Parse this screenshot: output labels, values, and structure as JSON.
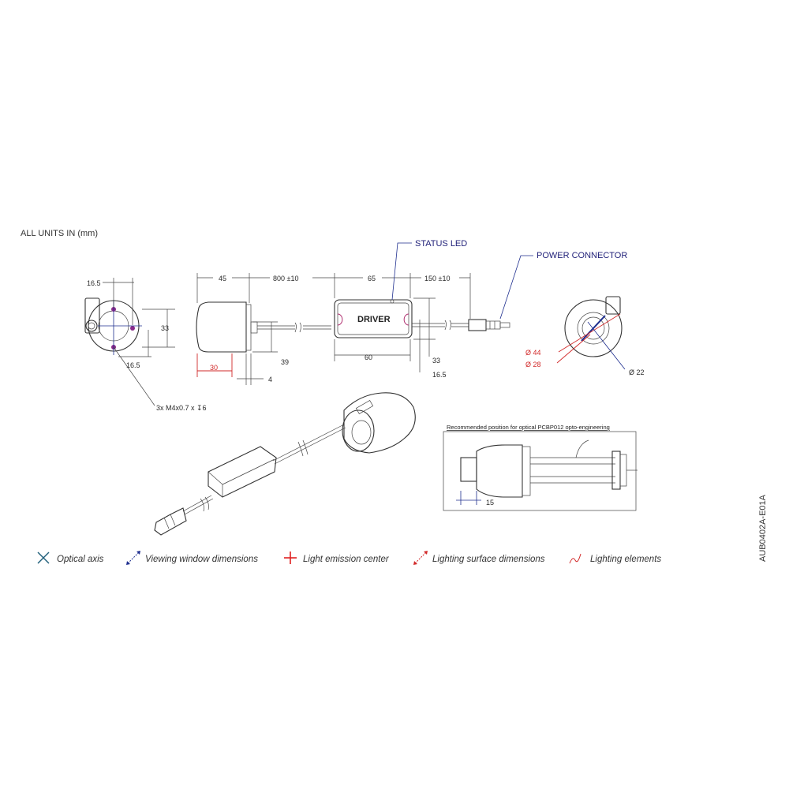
{
  "units_note": "ALL UNITS IN (mm)",
  "callouts": {
    "status_led": "STATUS LED",
    "power_connector": "POWER CONNECTOR",
    "driver": "DRIVER"
  },
  "front_view": {
    "dim_top": "16.5",
    "dim_right": "33",
    "dim_bottom": "16.5",
    "screw_note": "3x M4x0.7 x ↧6"
  },
  "side_view": {
    "dim_45": "45",
    "dim_cable1": "800 ±10",
    "dim_65": "65",
    "dim_cable2": "150 ±10",
    "dim_30": "30",
    "dim_4": "4",
    "dim_39": "39",
    "dim_60": "60",
    "dim_33": "33",
    "dim_16_5": "16.5"
  },
  "rear_view": {
    "d44": "Ø 44",
    "d28": "Ø 28",
    "d22": "Ø 22"
  },
  "inset": {
    "caption": "Recommended position for optical PCBP012 opto-engineering",
    "dim_15": "15"
  },
  "legend": [
    {
      "icon": "optical-axis-icon",
      "label": "Optical axis",
      "color": "#1f5f7a"
    },
    {
      "icon": "viewing-window-icon",
      "label": "Viewing window dimensions",
      "color": "#1f2f8f"
    },
    {
      "icon": "light-emission-center-icon",
      "label": "Light emission center",
      "color": "#e02020"
    },
    {
      "icon": "lighting-surface-icon",
      "label": "Lighting surface dimensions",
      "color": "#d22a2a"
    },
    {
      "icon": "lighting-elements-icon",
      "label": "Lighting elements",
      "color": "#d22a2a"
    }
  ],
  "drawing_code": "AUB0402A-E01A"
}
